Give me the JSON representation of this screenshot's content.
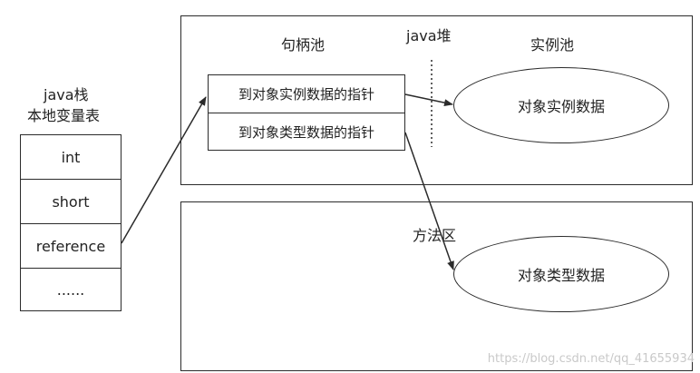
{
  "java_stack": {
    "title_line1": "java栈",
    "title_line2": "本地变量表",
    "cells": [
      "int",
      "short",
      "reference",
      "......"
    ]
  },
  "java_heap": {
    "title": "java堆",
    "handle_pool": {
      "title": "句柄池",
      "rows": [
        "到对象实例数据的指针",
        "到对象类型数据的指针"
      ]
    },
    "instance_pool": {
      "title": "实例池",
      "ellipse_label": "对象实例数据"
    }
  },
  "method_area": {
    "title": "方法区",
    "ellipse_label": "对象类型数据"
  },
  "watermark": "https://blog.csdn.net/qq_41655934"
}
